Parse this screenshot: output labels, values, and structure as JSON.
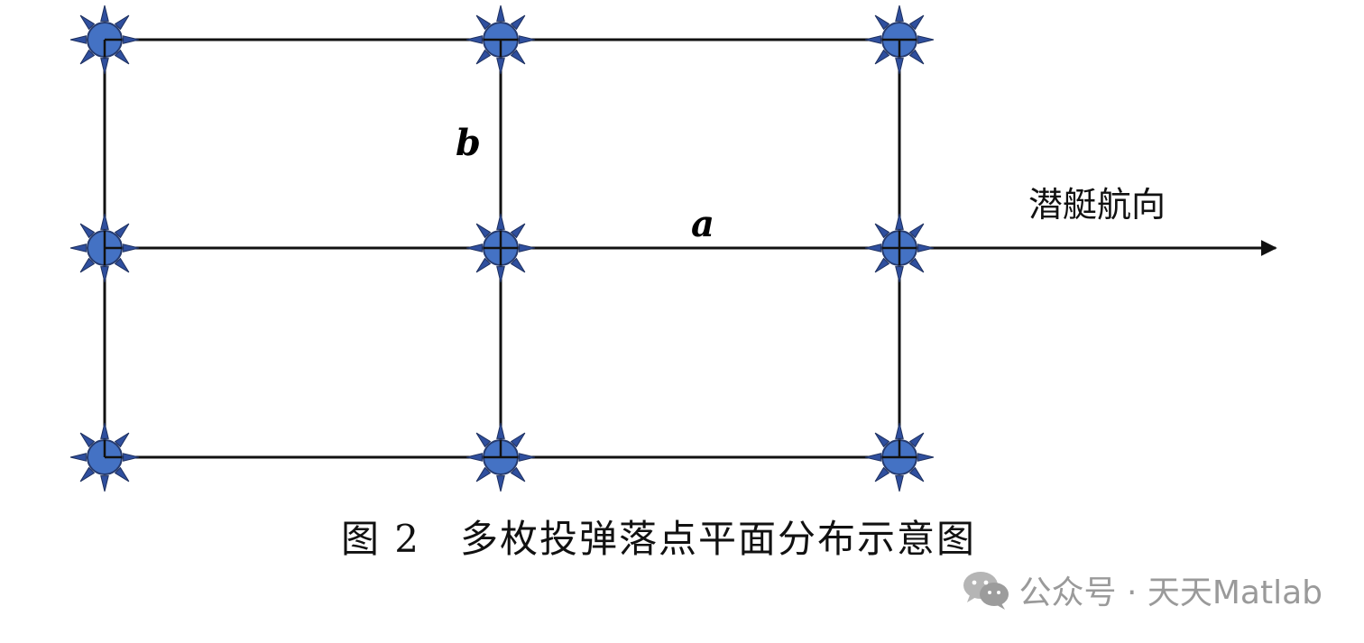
{
  "diagram": {
    "label_a": "a",
    "label_b": "b",
    "heading_label": "潜艇航向"
  },
  "caption": "图 2　多枚投弹落点平面分布示意图",
  "watermark": {
    "icon": "wechat-icon",
    "text": "公众号 · 天天Matlab"
  },
  "colors": {
    "marker_fill": "#4472c4",
    "marker_spike": "#2f4f9e",
    "line": "#111111",
    "watermark": "#9a9a9a"
  }
}
